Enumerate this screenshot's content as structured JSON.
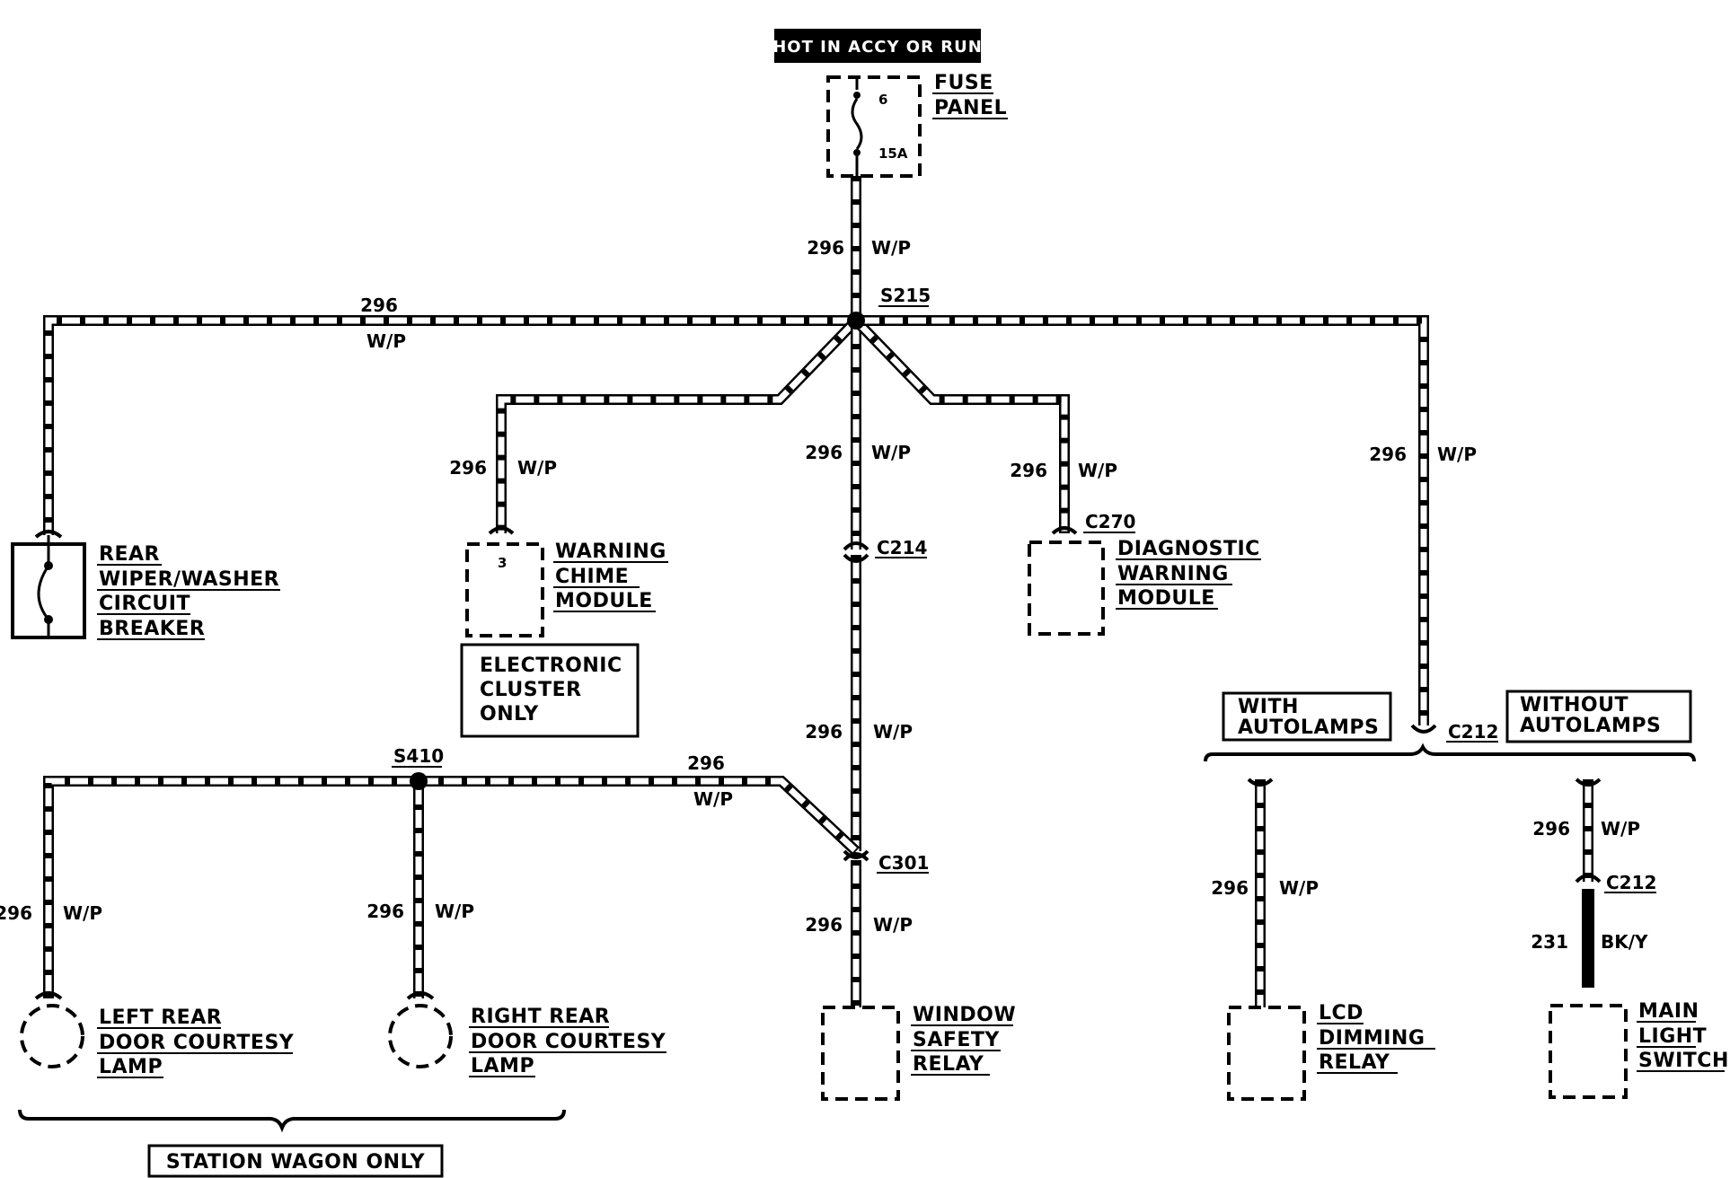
{
  "header": {
    "hot_label": "HOT IN ACCY OR RUN"
  },
  "fuse": {
    "name_line1": "FUSE",
    "name_line2": "PANEL",
    "number": "6",
    "rating": "15A"
  },
  "splices": {
    "s215": "S215",
    "s410": "S410"
  },
  "connectors": {
    "c214": "C214",
    "c270": "C270",
    "c301": "C301",
    "c212_a": "C212",
    "c212_b": "C212"
  },
  "components": {
    "rear_wiper": [
      "REAR",
      "WIPER/WASHER",
      "CIRCUIT",
      "BREAKER"
    ],
    "warning_chime": [
      "WARNING",
      "CHIME",
      "MODULE"
    ],
    "warning_chime_pin": "3",
    "diagnostic": [
      "DIAGNOSTIC",
      "WARNING",
      "MODULE"
    ],
    "left_lamp": [
      "LEFT REAR",
      "DOOR COURTESY",
      "LAMP"
    ],
    "right_lamp": [
      "RIGHT REAR",
      "DOOR COURTESY",
      "LAMP"
    ],
    "window_relay": [
      "WINDOW",
      "SAFETY",
      "RELAY"
    ],
    "lcd_relay": [
      "LCD",
      "DIMMING",
      "RELAY"
    ],
    "main_switch": [
      "MAIN",
      "LIGHT",
      "SWITCH"
    ]
  },
  "notes": {
    "electronic_cluster": [
      "ELECTRONIC",
      "CLUSTER",
      "ONLY"
    ],
    "with_autolamps": [
      "WITH",
      "AUTOLAMPS"
    ],
    "without_autolamps": [
      "WITHOUT",
      "AUTOLAMPS"
    ],
    "station_wagon": "STATION WAGON ONLY"
  },
  "wires": {
    "fuse_down": {
      "circuit": "296",
      "color": "W/P"
    },
    "left_top": {
      "circuit": "296",
      "color": "W/P"
    },
    "chime": {
      "circuit": "296",
      "color": "W/P"
    },
    "center_upper": {
      "circuit": "296",
      "color": "W/P"
    },
    "diag": {
      "circuit": "296",
      "color": "W/P"
    },
    "right": {
      "circuit": "296",
      "color": "W/P"
    },
    "center_lower": {
      "circuit": "296",
      "color": "W/P"
    },
    "s410_bus": {
      "circuit": "296",
      "color": "W/P"
    },
    "left_lamp": {
      "circuit": "296",
      "color": "W/P"
    },
    "right_lamp": {
      "circuit": "296",
      "color": "W/P"
    },
    "relay": {
      "circuit": "296",
      "color": "W/P"
    },
    "lcd": {
      "circuit": "296",
      "color": "W/P"
    },
    "switch_upper": {
      "circuit": "296",
      "color": "W/P"
    },
    "switch_lower": {
      "circuit": "231",
      "color": "BK/Y"
    }
  }
}
